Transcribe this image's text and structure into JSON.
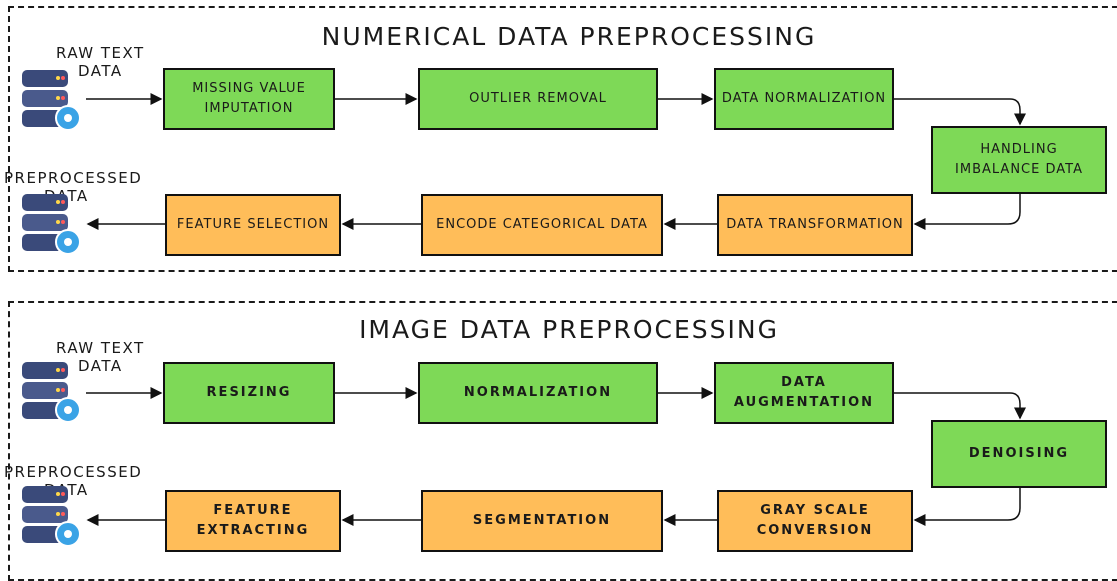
{
  "panels": [
    {
      "title": "NUMERICAL DATA PREPROCESSING",
      "input_label": [
        "RAW TEXT",
        "DATA"
      ],
      "output_label": [
        "PREPROCESSED",
        "DATA"
      ],
      "top_row": [
        "MISSING VALUE IMPUTATION",
        "OUTLIER REMOVAL",
        "DATA NORMALIZATION"
      ],
      "side_step": "HANDLING IMBALANCE DATA",
      "bottom_row": [
        "DATA TRANSFORMATION",
        "ENCODE CATEGORICAL DATA",
        "FEATURE SELECTION"
      ]
    },
    {
      "title": "IMAGE DATA PREPROCESSING",
      "input_label": [
        "RAW TEXT",
        "DATA"
      ],
      "output_label": [
        "PREPROCESSED",
        "DATA"
      ],
      "top_row": [
        "RESIZING",
        "NORMALIZATION",
        "DATA AUGMENTATION"
      ],
      "side_step": "DENOISING",
      "bottom_row": [
        "GRAY SCALE CONVERSION",
        "SEGMENTATION",
        "FEATURE EXTRACTING"
      ]
    }
  ],
  "colors": {
    "green": "#7ed957",
    "orange": "#ffbd59",
    "db_body": "#3a4a7a"
  },
  "icons": [
    "database-server-icon",
    "gear-icon"
  ]
}
